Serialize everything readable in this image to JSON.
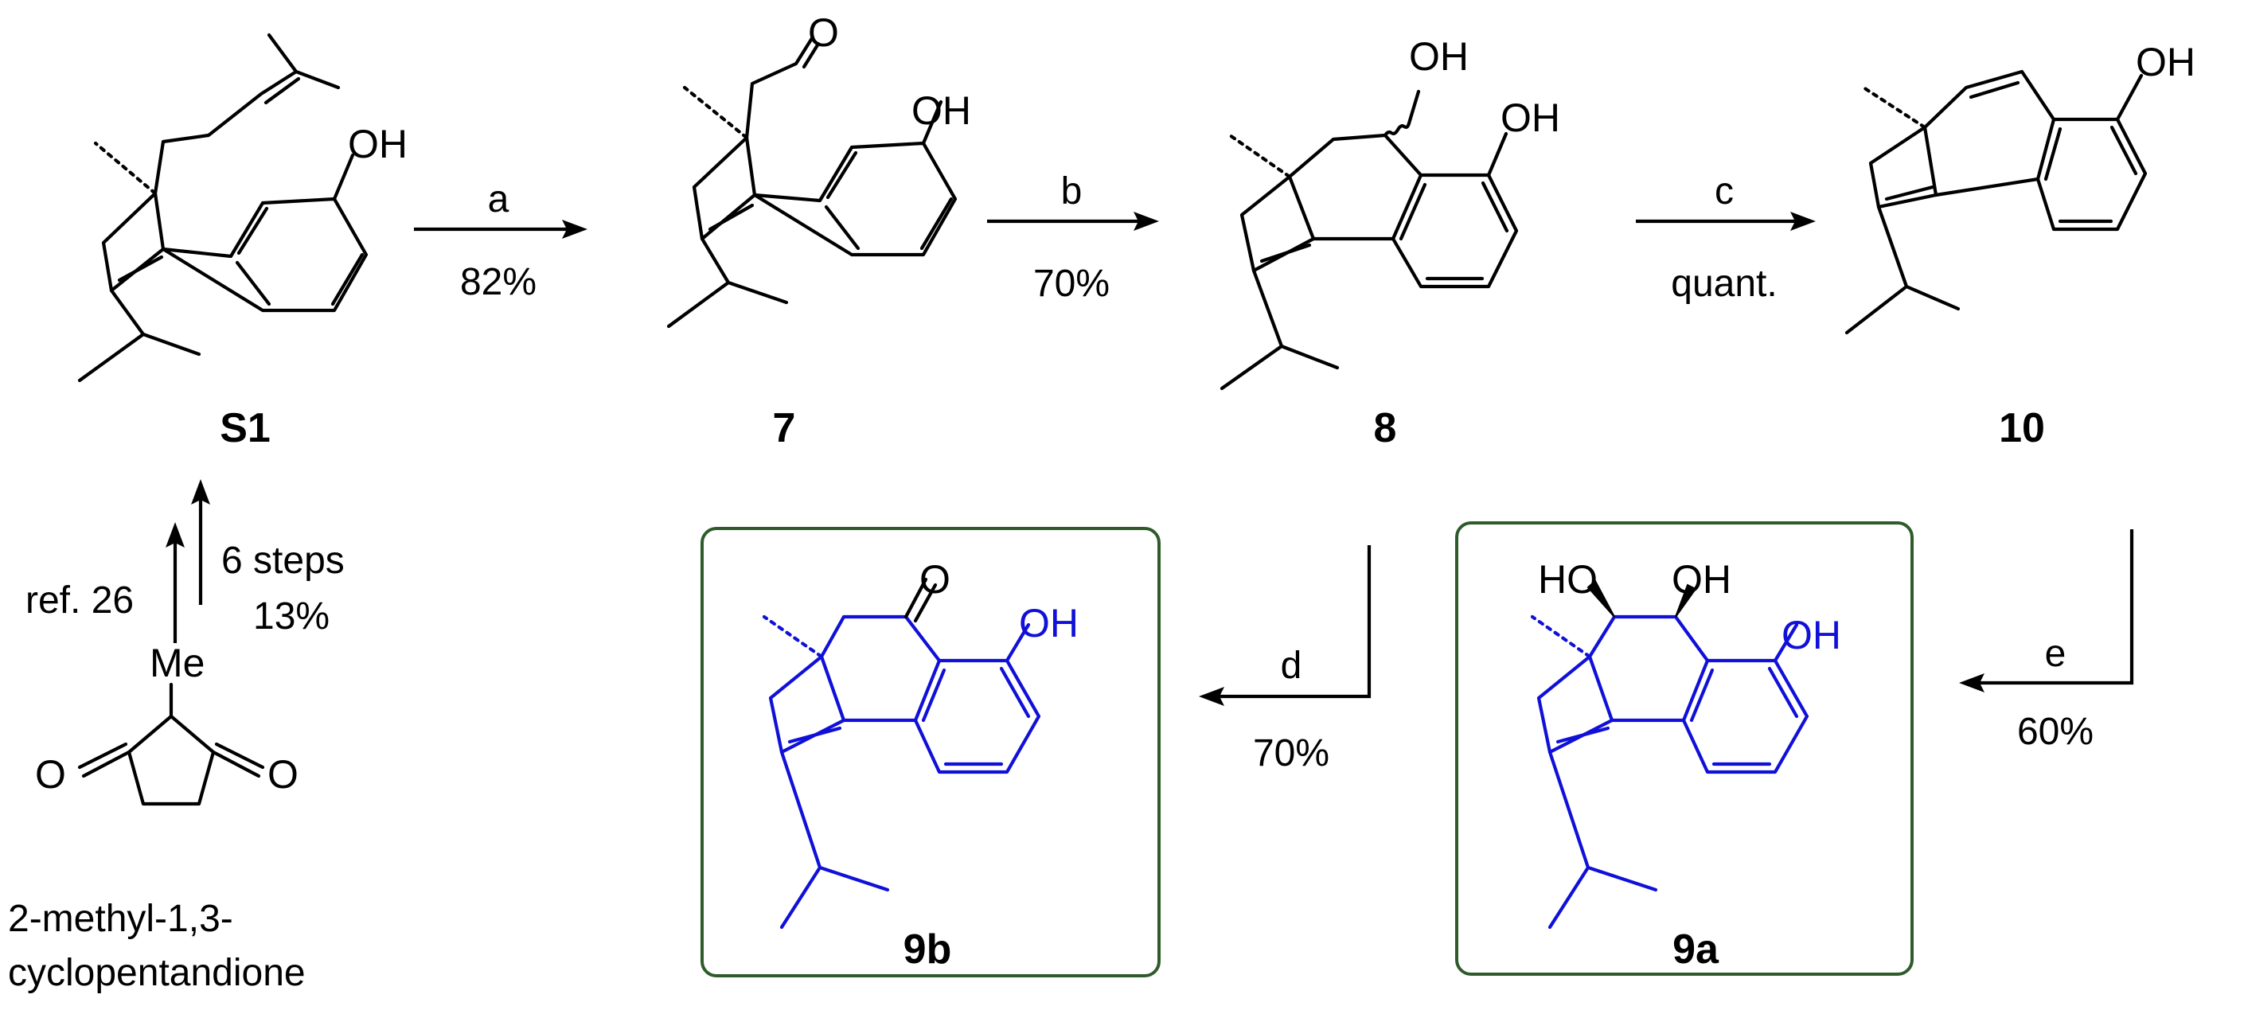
{
  "colors": {
    "highlight_structure": "#1010d8",
    "box_border": "#2f5b2b",
    "default": "#000000"
  },
  "compounds": {
    "s1": {
      "label": "S1",
      "atom_oh": "OH"
    },
    "c7": {
      "label": "7",
      "atom_o": "O",
      "atom_oh": "OH"
    },
    "c8": {
      "label": "8",
      "atom_oh_top": "OH",
      "atom_oh_ring": "OH"
    },
    "c10": {
      "label": "10",
      "atom_oh": "OH"
    },
    "c9b": {
      "label": "9b",
      "atom_o": "O",
      "atom_oh": "OH"
    },
    "c9a": {
      "label": "9a",
      "atom_ho": "HO",
      "atom_oh_top": "OH",
      "atom_oh_ring": "OH"
    },
    "start": {
      "atom_me": "Me",
      "atom_o_left": "O",
      "atom_o_right": "O",
      "name_line1": "2-methyl-1,3-",
      "name_line2": "cyclopentandione"
    }
  },
  "arrows": {
    "a": {
      "reagent": "a",
      "yield": "82%"
    },
    "b": {
      "reagent": "b",
      "yield": "70%"
    },
    "c": {
      "reagent": "c",
      "yield": "quant."
    },
    "d": {
      "reagent": "d",
      "yield": "70%"
    },
    "e": {
      "reagent": "e",
      "yield": "60%"
    },
    "up": {
      "left": "ref. 26",
      "right_line1": "6 steps",
      "right_line2": "13%"
    }
  }
}
